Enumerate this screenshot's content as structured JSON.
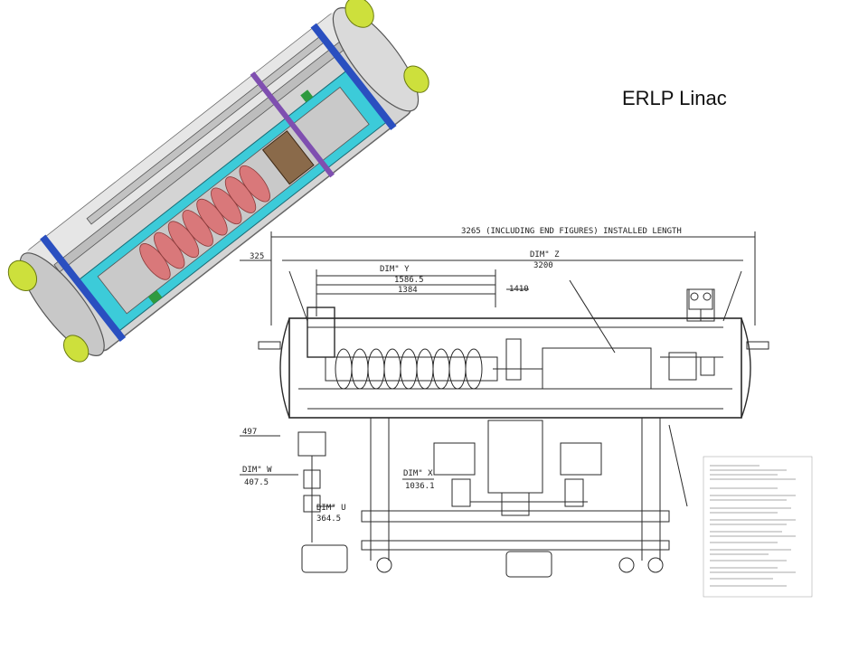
{
  "slide": {
    "title": "ERLP Linac"
  },
  "drawing": {
    "installed_length_label": "3265 (INCLUDING END FIGURES) INSTALLED LENGTH",
    "dim_z_label": "DIM\" Z",
    "dim_z_value": "3200",
    "dim_y_label": "DIM\" Y",
    "dim_y_value": "1586.5",
    "dim_y_sub": "1384",
    "dim_325": "325",
    "dim_1410": "1410",
    "dim_497": "497",
    "dim_w_label": "DIM\" W",
    "dim_w_value": "407.5",
    "dim_x_label": "DIM\" X",
    "dim_x_value": "1036.1",
    "dim_u_label": "DIM\" U",
    "dim_u_value": "364.5"
  },
  "colors": {
    "vessel_grey": "#cfcfcf",
    "cavity_pink": "#d9787a",
    "cyan_shield": "#36c6d8",
    "flange_yellow": "#cde03c",
    "blue_parts": "#2a4fc0",
    "line_ink": "#2a2a2a"
  }
}
